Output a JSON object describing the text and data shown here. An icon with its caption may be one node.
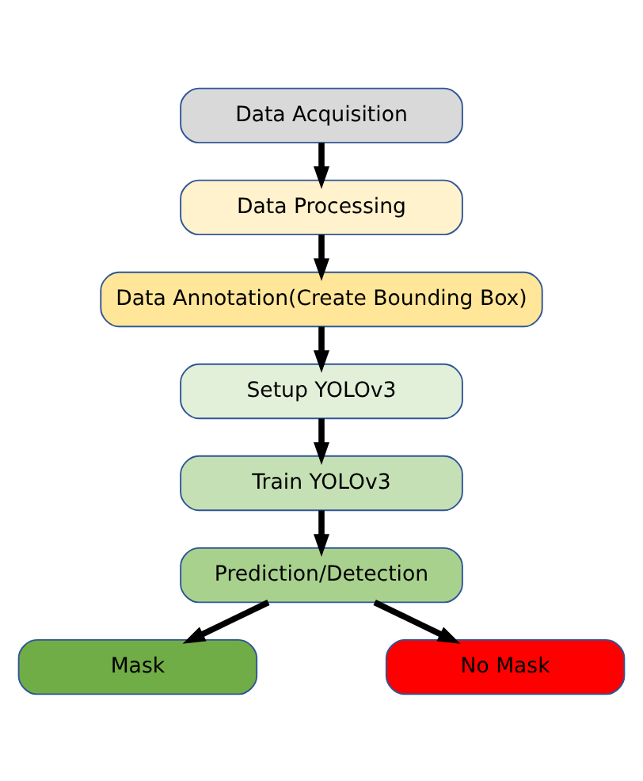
{
  "diagram": {
    "nodes": [
      {
        "text": [
          "Data Acquisition"
        ]
      },
      {
        "text": [
          "Data Processing"
        ]
      },
      {
        "text": [
          "Data Annotation(Create Bounding Box)"
        ]
      },
      {
        "text": [
          "Setup YOLOv3"
        ]
      },
      {
        "text": [
          "Train YOLOv3"
        ]
      },
      {
        "text": [
          "Prediction/Detection"
        ]
      },
      {
        "text": [
          "Mask"
        ]
      },
      {
        "text": [
          "No Mask"
        ]
      }
    ],
    "edges": [
      {
        "from": 0,
        "to": 1,
        "arrow": "to"
      },
      {
        "from": 1,
        "to": 2,
        "arrow": "to"
      },
      {
        "from": 2,
        "to": 3,
        "arrow": "to"
      },
      {
        "from": 3,
        "to": 4,
        "arrow": "to"
      },
      {
        "from": 4,
        "to": 5,
        "arrow": "to"
      },
      {
        "from": 5,
        "to": 6,
        "arrow": "to"
      },
      {
        "from": 5,
        "to": 7,
        "arrow": "to"
      }
    ]
  }
}
